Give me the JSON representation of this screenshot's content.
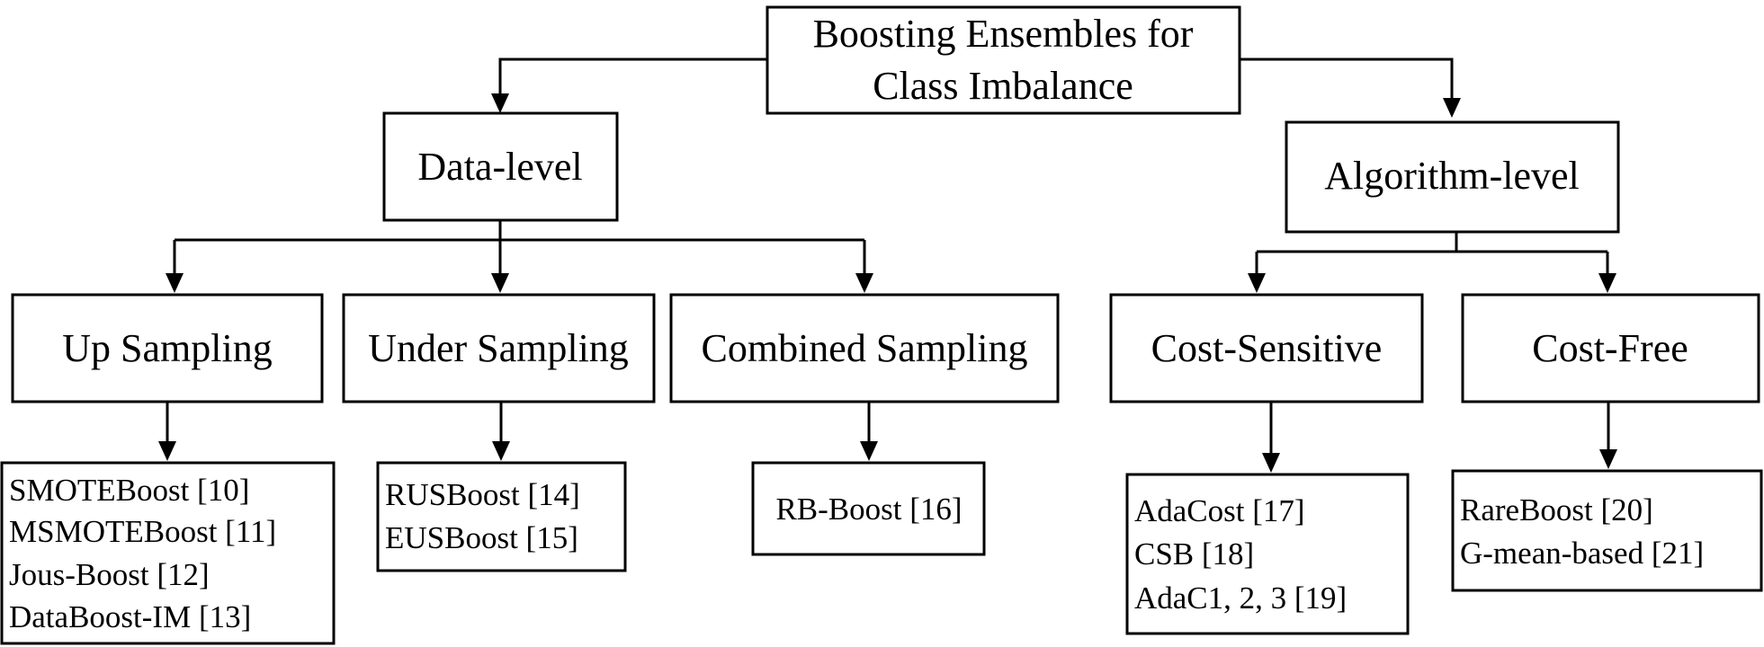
{
  "root": {
    "lines": [
      "Boosting Ensembles for",
      "Class Imbalance"
    ]
  },
  "data_level": {
    "label": "Data-level",
    "children": [
      {
        "label": "Up Sampling",
        "methods": [
          "SMOTEBoost [10]",
          "MSMOTEBoost [11]",
          "Jous-Boost [12]",
          "DataBoost-IM [13]"
        ]
      },
      {
        "label": "Under Sampling",
        "methods": [
          "RUSBoost [14]",
          "EUSBoost [15]"
        ]
      },
      {
        "label": "Combined Sampling",
        "methods": [
          "RB-Boost [16]"
        ]
      }
    ]
  },
  "algorithm_level": {
    "label": "Algorithm-level",
    "children": [
      {
        "label": "Cost-Sensitive",
        "methods": [
          "AdaCost [17]",
          "CSB [18]",
          "AdaC1, 2, 3 [19]"
        ]
      },
      {
        "label": "Cost-Free",
        "methods": [
          "RareBoost [20]",
          "G-mean-based [21]"
        ]
      }
    ]
  }
}
